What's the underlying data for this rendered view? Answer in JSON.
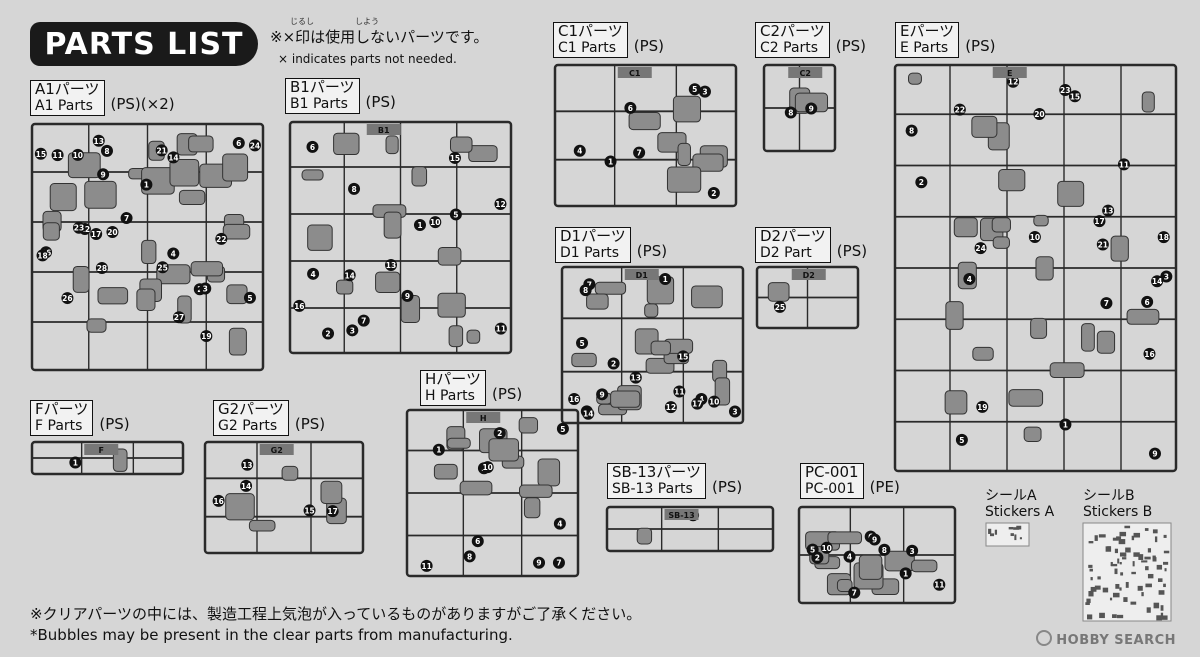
{
  "title": "PARTS LIST",
  "note_jp": "※×印は使用しないパーツです。",
  "note_jp_ruby": [
    "じるし",
    "しよう"
  ],
  "note_en": "× indicates parts not needed.",
  "runners": [
    {
      "id": "a1",
      "jp": "A1パーツ",
      "en": "A1 Parts",
      "material": "(PS)(×2)",
      "nums": [
        "1",
        "2",
        "3",
        "4",
        "5",
        "6",
        "7",
        "8",
        "9",
        "10",
        "11",
        "12",
        "13",
        "14",
        "15",
        "16",
        "17",
        "18",
        "19",
        "20",
        "21",
        "22",
        "23",
        "24",
        "25",
        "26",
        "27",
        "28"
      ]
    },
    {
      "id": "b1",
      "jp": "B1パーツ",
      "en": "B1 Parts",
      "material": "(PS)",
      "nums": [
        "1",
        "2",
        "3",
        "4",
        "5",
        "6",
        "7",
        "8",
        "9",
        "10",
        "11",
        "12",
        "13",
        "14",
        "15",
        "16"
      ]
    },
    {
      "id": "c1",
      "jp": "C1パーツ",
      "en": "C1 Parts",
      "material": "(PS)",
      "nums": [
        "1",
        "2",
        "3",
        "4",
        "5",
        "6",
        "7"
      ]
    },
    {
      "id": "c2",
      "jp": "C2パーツ",
      "en": "C2 Parts",
      "material": "(PS)",
      "nums": [
        "8",
        "9"
      ]
    },
    {
      "id": "e",
      "jp": "Eパーツ",
      "en": "E Parts",
      "material": "(PS)",
      "nums": [
        "1",
        "2",
        "3",
        "4",
        "5",
        "6",
        "7",
        "8",
        "9",
        "10",
        "11",
        "12",
        "13",
        "14",
        "15",
        "16",
        "17",
        "18",
        "19",
        "20",
        "21",
        "22",
        "23",
        "24"
      ]
    },
    {
      "id": "d1",
      "jp": "D1パーツ",
      "en": "D1 Parts",
      "material": "(PS)",
      "nums": [
        "1",
        "2",
        "3",
        "4",
        "5",
        "6",
        "7",
        "8",
        "9",
        "10",
        "11",
        "12",
        "13",
        "14",
        "15",
        "16",
        "17"
      ]
    },
    {
      "id": "d2",
      "jp": "D2パーツ",
      "en": "D2 Part",
      "material": "(PS)",
      "nums": [
        "25"
      ]
    },
    {
      "id": "f",
      "jp": "Fパーツ",
      "en": "F Parts",
      "material": "(PS)",
      "nums": [
        "1"
      ]
    },
    {
      "id": "g2",
      "jp": "G2パーツ",
      "en": "G2 Parts",
      "material": "(PS)",
      "nums": [
        "13",
        "14",
        "15",
        "16",
        "17"
      ]
    },
    {
      "id": "h",
      "jp": "Hパーツ",
      "en": "H Parts",
      "material": "(PS)",
      "nums": [
        "1",
        "2",
        "3",
        "4",
        "5",
        "6",
        "7",
        "8",
        "9",
        "10",
        "11"
      ]
    },
    {
      "id": "sb13",
      "jp": "SB-13パーツ",
      "en": "SB-13 Parts",
      "material": "(PS)",
      "nums": [
        "1"
      ]
    },
    {
      "id": "pc001",
      "jp": "PC-001",
      "en": "PC-001",
      "material": "(PE)",
      "nums": [
        "1",
        "2",
        "3",
        "4",
        "5",
        "6",
        "7",
        "8",
        "9",
        "10",
        "11"
      ]
    }
  ],
  "runner_tags": {
    "b1": "B1",
    "c1": "C1",
    "c2": "C2",
    "d1": "D1",
    "d2": "D2",
    "e": "E",
    "h": "H",
    "sb13": "SB-13",
    "g2": "G2",
    "f": "F"
  },
  "stickers": [
    {
      "jp": "シールA",
      "en": "Stickers A"
    },
    {
      "jp": "シールB",
      "en": "Stickers B"
    }
  ],
  "footer_jp": "※クリアパーツの中には、製造工程上気泡が入っているものがありますがご了承ください。",
  "footer_en": "*Bubbles may be present in the clear parts from manufacturing.",
  "watermark": "HOBBY SEARCH",
  "colors": {
    "background": "#d6d6d6",
    "runner": "#2a2a2a",
    "part_fill": "#8c8c8c",
    "label_bg": "#f2f2f2",
    "banner": "#1a1a1a"
  }
}
